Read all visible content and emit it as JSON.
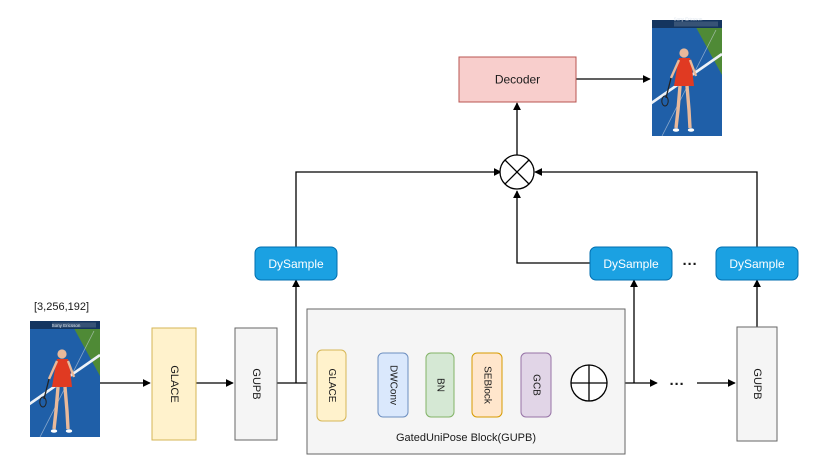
{
  "input": {
    "shape_label": "[3,256,192]"
  },
  "blocks": {
    "glace_main": {
      "label": "GLACE",
      "fill": "#fff2cc",
      "stroke": "#d6b656"
    },
    "gupb_1": {
      "label": "GUPB",
      "fill": "#f5f5f5",
      "stroke": "#666666"
    },
    "gupb_n": {
      "label": "GUPB",
      "fill": "#f5f5f5",
      "stroke": "#666666"
    },
    "decoder": {
      "label": "Decoder",
      "fill": "#f8cecc",
      "stroke": "#b85450"
    }
  },
  "gupb_container": {
    "caption": "GatedUniPose Block(GUPB)",
    "fill": "#f5f5f5",
    "stroke": "#666666",
    "inner_blocks": [
      {
        "id": "glace",
        "label": "GLACE",
        "fill": "#fff2cc",
        "stroke": "#d6b656"
      },
      {
        "id": "dwconv",
        "label": "DWConv",
        "fill": "#dae8fc",
        "stroke": "#6c8ebf"
      },
      {
        "id": "bn",
        "label": "BN",
        "fill": "#d5e8d4",
        "stroke": "#82b366"
      },
      {
        "id": "seblock",
        "label": "SEBlock",
        "fill": "#ffe6cc",
        "stroke": "#d79b00"
      },
      {
        "id": "gcb",
        "label": "GCB",
        "fill": "#e1d5e7",
        "stroke": "#9673a6"
      }
    ]
  },
  "dysample": {
    "label": "DySample",
    "fill": "#1ba1e2",
    "stroke": "#006eaf",
    "text_color": "#ffffff",
    "instances": [
      "dysample-1",
      "dysample-2",
      "dysample-3"
    ]
  },
  "ellipsis": "···",
  "photo_banner": "Sony Ericsson"
}
